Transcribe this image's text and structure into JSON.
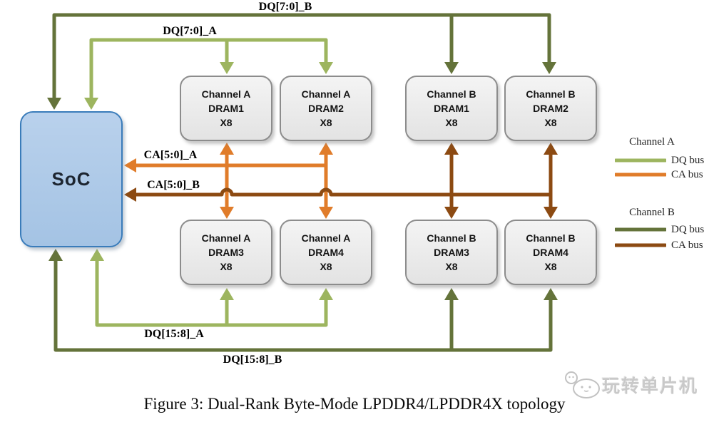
{
  "colors": {
    "channel_a_dq": "#9DB55F",
    "channel_a_ca": "#E07C2A",
    "channel_b_dq": "#64733A",
    "channel_b_ca": "#8C4A12",
    "soc_fill": "#A9C7E7",
    "soc_border": "#3A7CBA",
    "dram_fill": "#ECECEC",
    "dram_border": "#8C8C8C"
  },
  "soc": {
    "label": "SoC"
  },
  "dram_blocks": [
    {
      "channel": "Channel A",
      "name": "DRAM1",
      "width_label": "X8"
    },
    {
      "channel": "Channel A",
      "name": "DRAM2",
      "width_label": "X8"
    },
    {
      "channel": "Channel B",
      "name": "DRAM1",
      "width_label": "X8"
    },
    {
      "channel": "Channel B",
      "name": "DRAM2",
      "width_label": "X8"
    },
    {
      "channel": "Channel A",
      "name": "DRAM3",
      "width_label": "X8"
    },
    {
      "channel": "Channel A",
      "name": "DRAM4",
      "width_label": "X8"
    },
    {
      "channel": "Channel B",
      "name": "DRAM3",
      "width_label": "X8"
    },
    {
      "channel": "Channel B",
      "name": "DRAM4",
      "width_label": "X8"
    }
  ],
  "bus_labels": {
    "dq70_b": "DQ[7:0]_B",
    "dq70_a": "DQ[7:0]_A",
    "ca50_a": "CA[5:0]_A",
    "ca50_b": "CA[5:0]_B",
    "dq158_a": "DQ[15:8]_A",
    "dq158_b": "DQ[15:8]_B"
  },
  "legend": {
    "channel_a": {
      "title": "Channel A",
      "dq_label": "DQ bus",
      "ca_label": "CA bus"
    },
    "channel_b": {
      "title": "Channel B",
      "dq_label": "DQ bus",
      "ca_label": "CA bus"
    }
  },
  "caption": "Figure 3: Dual-Rank Byte-Mode LPDDR4/LPDDR4X topology",
  "watermark": {
    "text": "玩转单片机"
  }
}
